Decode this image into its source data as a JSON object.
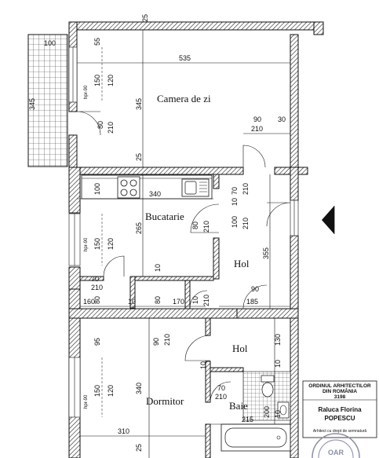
{
  "rooms": {
    "living": "Camera de zi",
    "kitchen": "Bucatarie",
    "hall_upper": "Hol",
    "hall_lower": "Hol",
    "bedroom": "Dormitor",
    "bath": "Baie"
  },
  "dimensions": {
    "balcony_width": "100",
    "balcony_depth": "345",
    "living_width": "535",
    "living_depth": "345",
    "living_top_wall": "25",
    "living_window_top": "55",
    "living_window_w": "150",
    "living_window_h": "120",
    "living_hpr": "hpr-90",
    "living_door_w": "80",
    "living_door_h": "210",
    "living_bottom_wall": "25",
    "door_living_hall_w": "90",
    "door_living_hall_h": "210",
    "wall_30": "30",
    "kitchen_width": "340",
    "kitchen_top": "100",
    "kitchen_window_w": "150",
    "kitchen_window_h": "120",
    "kitchen_hpr": "hpr-90",
    "kitchen_depth": "265",
    "kitchen_door_w": "80",
    "kitchen_door_h": "210",
    "kitchen_wall_10": "10",
    "hall_w70": "70",
    "hall_h210": "210",
    "hall_10": "10",
    "hall_100": "100",
    "hall_210b": "210",
    "hall_depth": "355",
    "hall_90": "90",
    "hall_185": "185",
    "pantry_70": "70",
    "pantry_210": "210",
    "row_80": "80",
    "row_160": "160",
    "row_10a": "10",
    "row_80b": "80",
    "row_170": "170",
    "row_10b": "10",
    "row_210": "210",
    "bedroom_top": "95",
    "bedroom_window_w": "150",
    "bedroom_window_h": "120",
    "bedroom_hpr": "hpr-90",
    "bedroom_depth": "340",
    "bedroom_width": "310",
    "bedroom_bottom_wall": "25",
    "bedroom_door_w": "90",
    "bedroom_door_h": "210",
    "bedroom_10": "10",
    "hall2_130": "130",
    "hall2_10": "10",
    "bath_door_w": "70",
    "bath_door_h": "210",
    "bath_width": "215",
    "bath_depth": "200",
    "bath_10": "10"
  },
  "stamp": {
    "line1": "ORDINUL ARHITECTILOR",
    "line2": "DIN ROMÂNIA",
    "number": "3198",
    "name1": "Raluca Florina",
    "name2": "POPESCU",
    "note1": "Arhitect cu drept de semnatură",
    "seal": "OAR"
  },
  "north_arrow": "north-arrow"
}
